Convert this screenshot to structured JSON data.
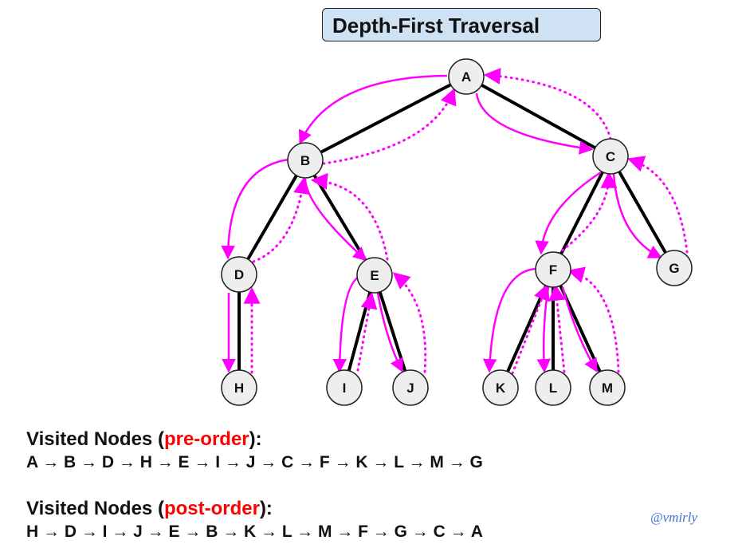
{
  "title": "Depth-First Traversal",
  "nodes": [
    "A",
    "B",
    "C",
    "D",
    "E",
    "F",
    "G",
    "H",
    "I",
    "J",
    "K",
    "L",
    "M"
  ],
  "edges": [
    [
      "A",
      "B"
    ],
    [
      "A",
      "C"
    ],
    [
      "B",
      "D"
    ],
    [
      "B",
      "E"
    ],
    [
      "C",
      "F"
    ],
    [
      "C",
      "G"
    ],
    [
      "D",
      "H"
    ],
    [
      "E",
      "I"
    ],
    [
      "E",
      "J"
    ],
    [
      "F",
      "K"
    ],
    [
      "F",
      "L"
    ],
    [
      "F",
      "M"
    ]
  ],
  "colors": {
    "arrow": "#ff00ff",
    "edge": "#000000",
    "node_fill": "#eeeeee",
    "title_fill": "#cfe2f3",
    "accent": "#ff0000",
    "watermark": "#3d6fd6"
  },
  "preorder": {
    "heading_prefix": "Visited Nodes (",
    "heading_accent": "pre-order",
    "heading_suffix": "):",
    "sequence": "A → B → D → H → E → I → J → C → F → K → L → M → G"
  },
  "postorder": {
    "heading_prefix": "Visited Nodes (",
    "heading_accent": "post-order",
    "heading_suffix": "):",
    "sequence": "H → D → I → J → E → B → K → L → M → F → G → C → A"
  },
  "watermark": "@vmirly"
}
